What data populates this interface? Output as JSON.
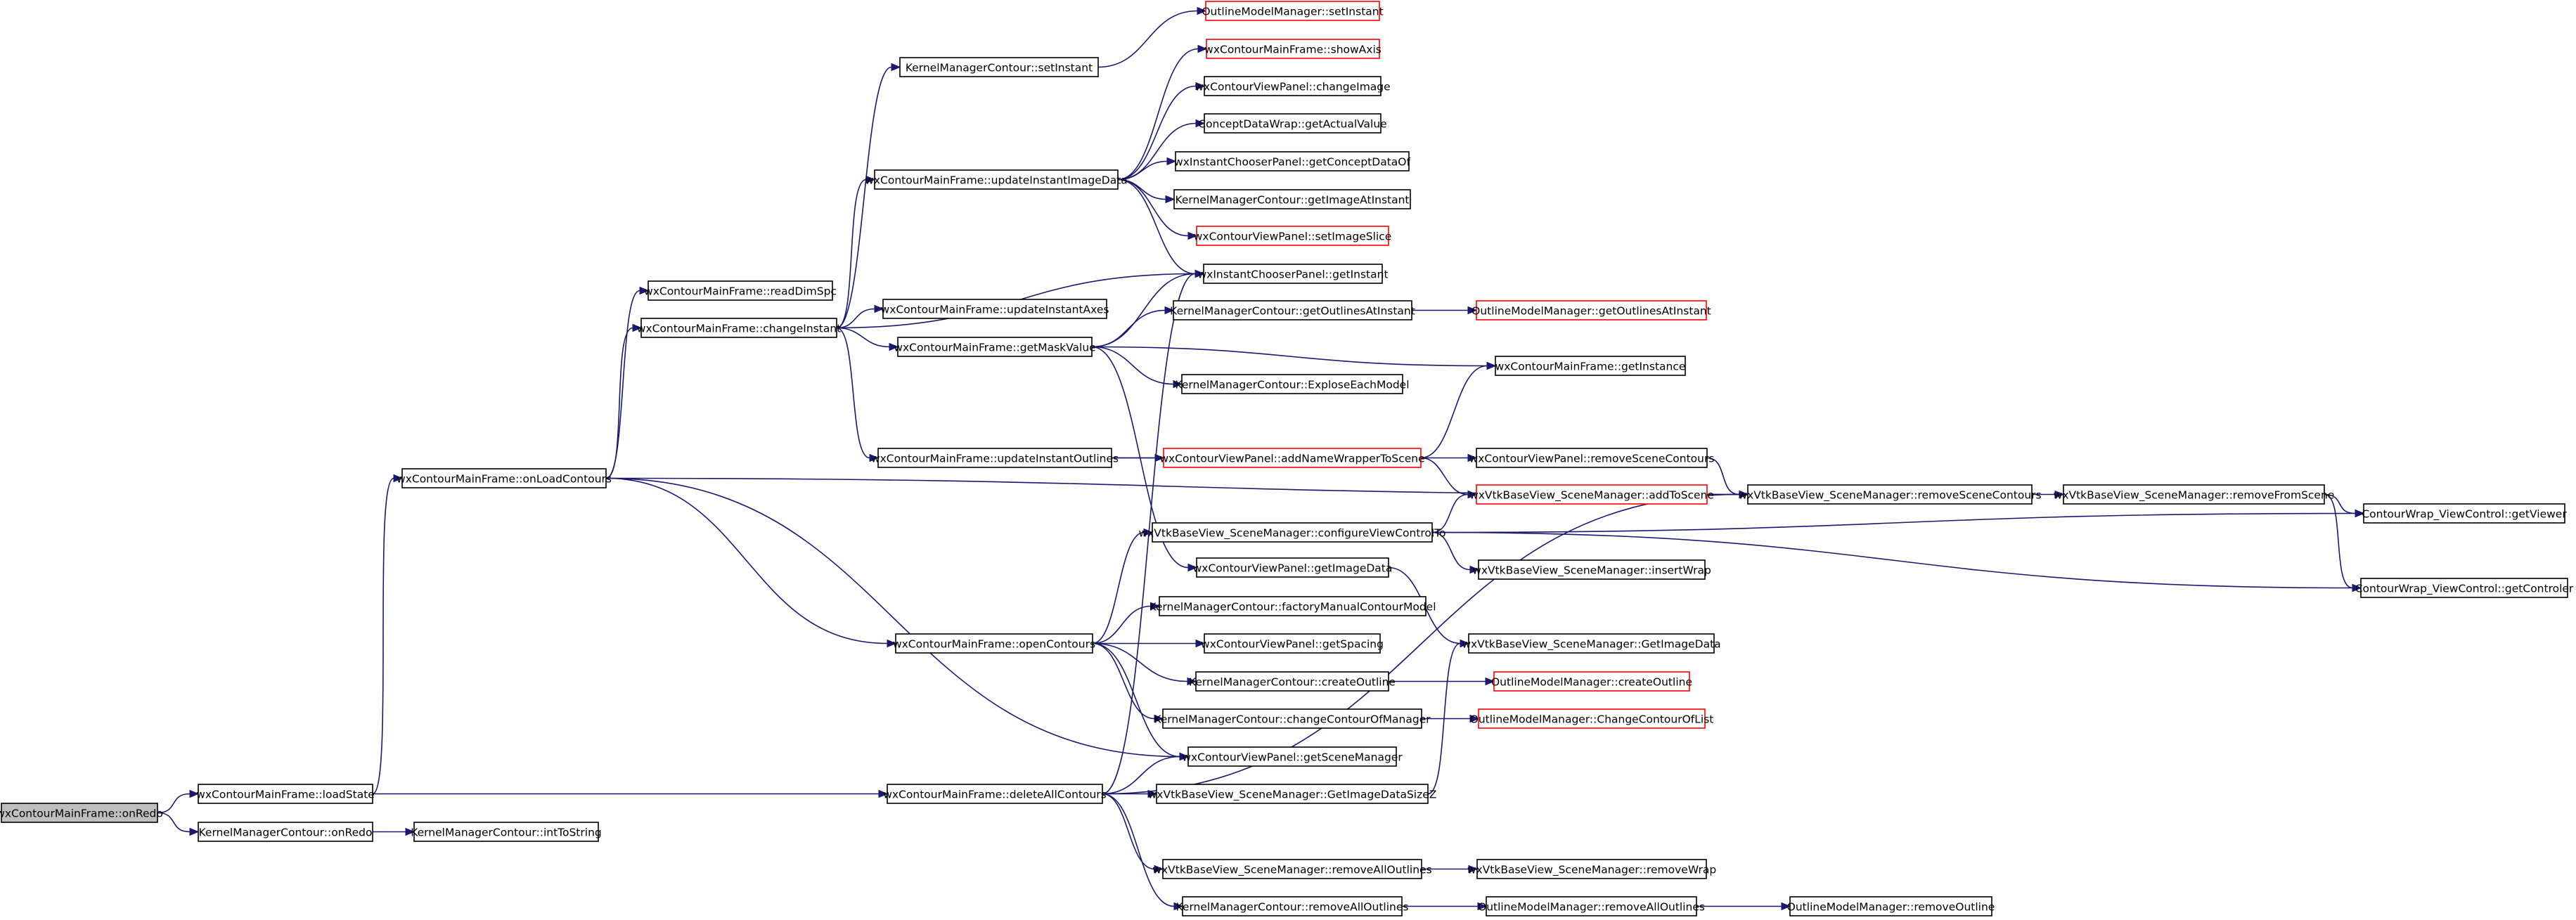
{
  "graph": {
    "root": "n0",
    "edge_color": "#191970",
    "nodes": [
      {
        "id": "n0",
        "label": "wxContourMainFrame::onRedo",
        "border": "black",
        "fill": "#bfbfbf"
      },
      {
        "id": "n1",
        "label": "wxContourMainFrame::loadState",
        "border": "black"
      },
      {
        "id": "n2",
        "label": "KernelManagerContour::onRedo",
        "border": "black"
      },
      {
        "id": "n3",
        "label": "KernelManagerContour::intToString",
        "border": "black"
      },
      {
        "id": "n4",
        "label": "wxContourMainFrame::onLoadContours",
        "border": "black"
      },
      {
        "id": "n5",
        "label": "wxContourMainFrame::readDimSpc",
        "border": "black"
      },
      {
        "id": "n6",
        "label": "wxContourMainFrame::changeInstant",
        "border": "black"
      },
      {
        "id": "n7",
        "label": "KernelManagerContour::setInstant",
        "border": "black"
      },
      {
        "id": "n8",
        "label": "wxContourMainFrame::updateInstantImageData",
        "border": "black"
      },
      {
        "id": "n9",
        "label": "wxContourMainFrame::updateInstantAxes",
        "border": "black"
      },
      {
        "id": "n10",
        "label": "wxContourMainFrame::getMaskValue",
        "border": "black"
      },
      {
        "id": "n11",
        "label": "wxContourMainFrame::updateInstantOutlines",
        "border": "black"
      },
      {
        "id": "n12",
        "label": "wxContourMainFrame::openContours",
        "border": "black"
      },
      {
        "id": "n13",
        "label": "wxContourMainFrame::deleteAllContours",
        "border": "black"
      },
      {
        "id": "n14",
        "label": "OutlineModelManager::setInstant",
        "border": "red"
      },
      {
        "id": "n15",
        "label": "wxContourMainFrame::showAxis",
        "border": "red"
      },
      {
        "id": "n16",
        "label": "wxContourViewPanel::changeImage",
        "border": "black"
      },
      {
        "id": "n17",
        "label": "ConceptDataWrap::getActualValue",
        "border": "black"
      },
      {
        "id": "n18",
        "label": "wxInstantChooserPanel::getConceptDataOf",
        "border": "black"
      },
      {
        "id": "n19",
        "label": "KernelManagerContour::getImageAtInstant",
        "border": "black"
      },
      {
        "id": "n20",
        "label": "wxContourViewPanel::setImageSlice",
        "border": "red"
      },
      {
        "id": "n21",
        "label": "wxInstantChooserPanel::getInstant",
        "border": "black"
      },
      {
        "id": "n22",
        "label": "KernelManagerContour::getOutlinesAtInstant",
        "border": "black"
      },
      {
        "id": "n23",
        "label": "OutlineModelManager::getOutlinesAtInstant",
        "border": "red"
      },
      {
        "id": "n24",
        "label": "wxContourMainFrame::getInstance",
        "border": "black"
      },
      {
        "id": "n25",
        "label": "KernelManagerContour::ExploseEachModel",
        "border": "black"
      },
      {
        "id": "n26",
        "label": "wxContourViewPanel::addNameWrapperToScene",
        "border": "red"
      },
      {
        "id": "n27",
        "label": "wxContourViewPanel::removeSceneContours",
        "border": "black"
      },
      {
        "id": "n28",
        "label": "wxVtkBaseView_SceneManager::addToScene",
        "border": "red"
      },
      {
        "id": "n29",
        "label": "wxVtkBaseView_SceneManager::removeSceneContours",
        "border": "black"
      },
      {
        "id": "n30",
        "label": "wxVtkBaseView_SceneManager::removeFromScene",
        "border": "black"
      },
      {
        "id": "n31",
        "label": "ContourWrap_ViewControl::getViewer",
        "border": "black"
      },
      {
        "id": "n32",
        "label": "wxVtkBaseView_SceneManager::configureViewControlTo",
        "border": "black"
      },
      {
        "id": "n33",
        "label": "wxContourViewPanel::getImageData",
        "border": "black"
      },
      {
        "id": "n34",
        "label": "wxVtkBaseView_SceneManager::insertWrap",
        "border": "black"
      },
      {
        "id": "n35",
        "label": "ContourWrap_ViewControl::getControler",
        "border": "black"
      },
      {
        "id": "n36",
        "label": "KernelManagerContour::factoryManualContourModel",
        "border": "black"
      },
      {
        "id": "n37",
        "label": "wxContourViewPanel::getSpacing",
        "border": "black"
      },
      {
        "id": "n38",
        "label": "wxVtkBaseView_SceneManager::GetImageData",
        "border": "black"
      },
      {
        "id": "n39",
        "label": "KernelManagerContour::createOutline",
        "border": "black"
      },
      {
        "id": "n40",
        "label": "OutlineModelManager::createOutline",
        "border": "red"
      },
      {
        "id": "n41",
        "label": "KernelManagerContour::changeContourOfManager",
        "border": "black"
      },
      {
        "id": "n42",
        "label": "OutlineModelManager::ChangeContourOfList",
        "border": "red"
      },
      {
        "id": "n43",
        "label": "wxContourViewPanel::getSceneManager",
        "border": "black"
      },
      {
        "id": "n44",
        "label": "wxVtkBaseView_SceneManager::GetImageDataSizeZ",
        "border": "black"
      },
      {
        "id": "n45",
        "label": "wxVtkBaseView_SceneManager::removeAllOutlines",
        "border": "black"
      },
      {
        "id": "n46",
        "label": "wxVtkBaseView_SceneManager::removeWrap",
        "border": "black"
      },
      {
        "id": "n47",
        "label": "KernelManagerContour::removeAllOutlines",
        "border": "black"
      },
      {
        "id": "n48",
        "label": "OutlineModelManager::removeAllOutlines",
        "border": "black"
      },
      {
        "id": "n49",
        "label": "OutlineModelManager::removeOutline",
        "border": "black"
      }
    ],
    "edges": [
      [
        "n0",
        "n1"
      ],
      [
        "n0",
        "n2"
      ],
      [
        "n2",
        "n3"
      ],
      [
        "n1",
        "n4"
      ],
      [
        "n1",
        "n13"
      ],
      [
        "n4",
        "n5"
      ],
      [
        "n4",
        "n6"
      ],
      [
        "n4",
        "n12"
      ],
      [
        "n4",
        "n29"
      ],
      [
        "n4",
        "n43"
      ],
      [
        "n6",
        "n7"
      ],
      [
        "n6",
        "n8"
      ],
      [
        "n6",
        "n9"
      ],
      [
        "n6",
        "n10"
      ],
      [
        "n6",
        "n11"
      ],
      [
        "n6",
        "n21"
      ],
      [
        "n7",
        "n14"
      ],
      [
        "n8",
        "n15"
      ],
      [
        "n8",
        "n16"
      ],
      [
        "n8",
        "n17"
      ],
      [
        "n8",
        "n18"
      ],
      [
        "n8",
        "n19"
      ],
      [
        "n8",
        "n20"
      ],
      [
        "n8",
        "n21"
      ],
      [
        "n10",
        "n21"
      ],
      [
        "n10",
        "n22"
      ],
      [
        "n10",
        "n24"
      ],
      [
        "n10",
        "n25"
      ],
      [
        "n10",
        "n33"
      ],
      [
        "n22",
        "n23"
      ],
      [
        "n11",
        "n26"
      ],
      [
        "n11",
        "n27"
      ],
      [
        "n26",
        "n24"
      ],
      [
        "n26",
        "n28"
      ],
      [
        "n27",
        "n29"
      ],
      [
        "n28",
        "n29"
      ],
      [
        "n29",
        "n30"
      ],
      [
        "n30",
        "n31"
      ],
      [
        "n30",
        "n35"
      ],
      [
        "n12",
        "n32"
      ],
      [
        "n12",
        "n36"
      ],
      [
        "n12",
        "n37"
      ],
      [
        "n12",
        "n39"
      ],
      [
        "n12",
        "n41"
      ],
      [
        "n12",
        "n43"
      ],
      [
        "n32",
        "n28"
      ],
      [
        "n32",
        "n31"
      ],
      [
        "n32",
        "n34"
      ],
      [
        "n32",
        "n35"
      ],
      [
        "n33",
        "n38"
      ],
      [
        "n39",
        "n40"
      ],
      [
        "n41",
        "n42"
      ],
      [
        "n13",
        "n21"
      ],
      [
        "n13",
        "n43"
      ],
      [
        "n13",
        "n44"
      ],
      [
        "n13",
        "n29"
      ],
      [
        "n13",
        "n45"
      ],
      [
        "n13",
        "n47"
      ],
      [
        "n44",
        "n38"
      ],
      [
        "n45",
        "n46"
      ],
      [
        "n47",
        "n48"
      ],
      [
        "n48",
        "n49"
      ]
    ]
  }
}
